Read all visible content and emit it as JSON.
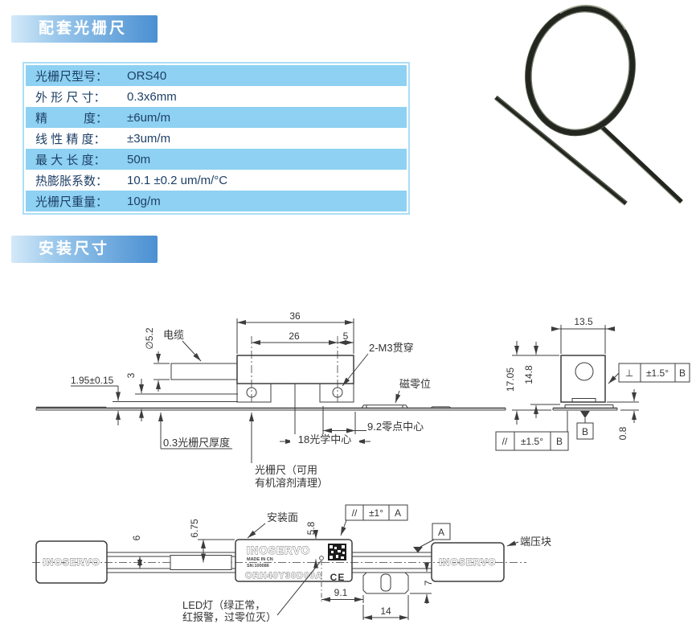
{
  "colors": {
    "header_grad_left": "#d4e9f8",
    "header_grad_right": "#4b90d2",
    "row_blue": "#8ed1f2",
    "row_white": "#ffffff",
    "table_border": "#abdef6",
    "table_text": "#1d3f66",
    "drawing_line": "#3d3d3d"
  },
  "sections": [
    {
      "title": "配套光栅尺"
    },
    {
      "title": "安装尺寸"
    }
  ],
  "spec_table": {
    "rows": [
      {
        "label": "光栅尺型号：",
        "value": "ORS40"
      },
      {
        "label": "外 形 尺 寸：",
        "value": "0.3x6mm"
      },
      {
        "label": "精　　　度：",
        "value": "±6um/m"
      },
      {
        "label": "线 性 精 度：",
        "value": "±3um/m"
      },
      {
        "label": "最 大 长 度：",
        "value": "50m"
      },
      {
        "label": "热膨胀系数：",
        "value": "10.1 ±0.2 um/m/°C"
      },
      {
        "label": "光栅尺重量：",
        "value": "10g/m"
      }
    ]
  },
  "side_view": {
    "dim_width": "36",
    "dim_span": "26",
    "dim_edge": "5",
    "dim_cable": "∅5.2",
    "label_cable": "电缆",
    "label_holes": "2-M3贯穿",
    "label_mag": "磁零位",
    "dim_gap": "1.95±0.15",
    "dim_three": "3",
    "dim_zero": "9.2零点中心",
    "dim_optical": "18光学中心",
    "label_thick": "0.3光栅尺厚度",
    "label_scale1": "光栅尺（可用",
    "label_scale2": "有机溶剂清理）"
  },
  "end_view": {
    "dim_width": "13.5",
    "dim_h1": "17.05",
    "dim_h2": "14.8",
    "dim_gap": "0.8",
    "perp": {
      "sym": "⊥",
      "val": "±1.5°",
      "datum": "B"
    },
    "para": {
      "sym": "//",
      "val": "±1.5°",
      "datum": "B"
    },
    "datum": "B"
  },
  "top_view": {
    "dim_cable": "6",
    "dim_675": "6.75",
    "dim_58": "5.8",
    "dim_91": "9.1",
    "dim_14": "14",
    "dim_7": "7",
    "label_mount": "安装面",
    "label_clamp": "端压块",
    "tol": {
      "sym": "//",
      "val": "±1°",
      "datum": "A"
    },
    "datum": "A",
    "brand_left": "INOSERVO",
    "brand_right": "INOSERVO",
    "head": {
      "brand": "INOSERVO",
      "made": "MADE IN CN",
      "sn": "SN:100086",
      "model": "ORH40Y30D00A",
      "ce": "CE"
    },
    "led1": "LED灯（绿正常，",
    "led2": "红报警，过零位灭）"
  }
}
